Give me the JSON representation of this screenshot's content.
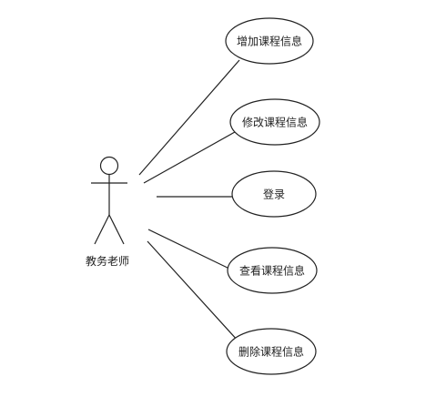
{
  "actor": {
    "label": "教务老师"
  },
  "use_cases": [
    {
      "id": "add",
      "label": "增加课程信息"
    },
    {
      "id": "modify",
      "label": "修改课程信息"
    },
    {
      "id": "login",
      "label": "登录"
    },
    {
      "id": "view",
      "label": "查看课程信息"
    },
    {
      "id": "delete",
      "label": "删除课程信息"
    }
  ],
  "colors": {
    "stroke": "#222222",
    "background": "#ffffff"
  }
}
